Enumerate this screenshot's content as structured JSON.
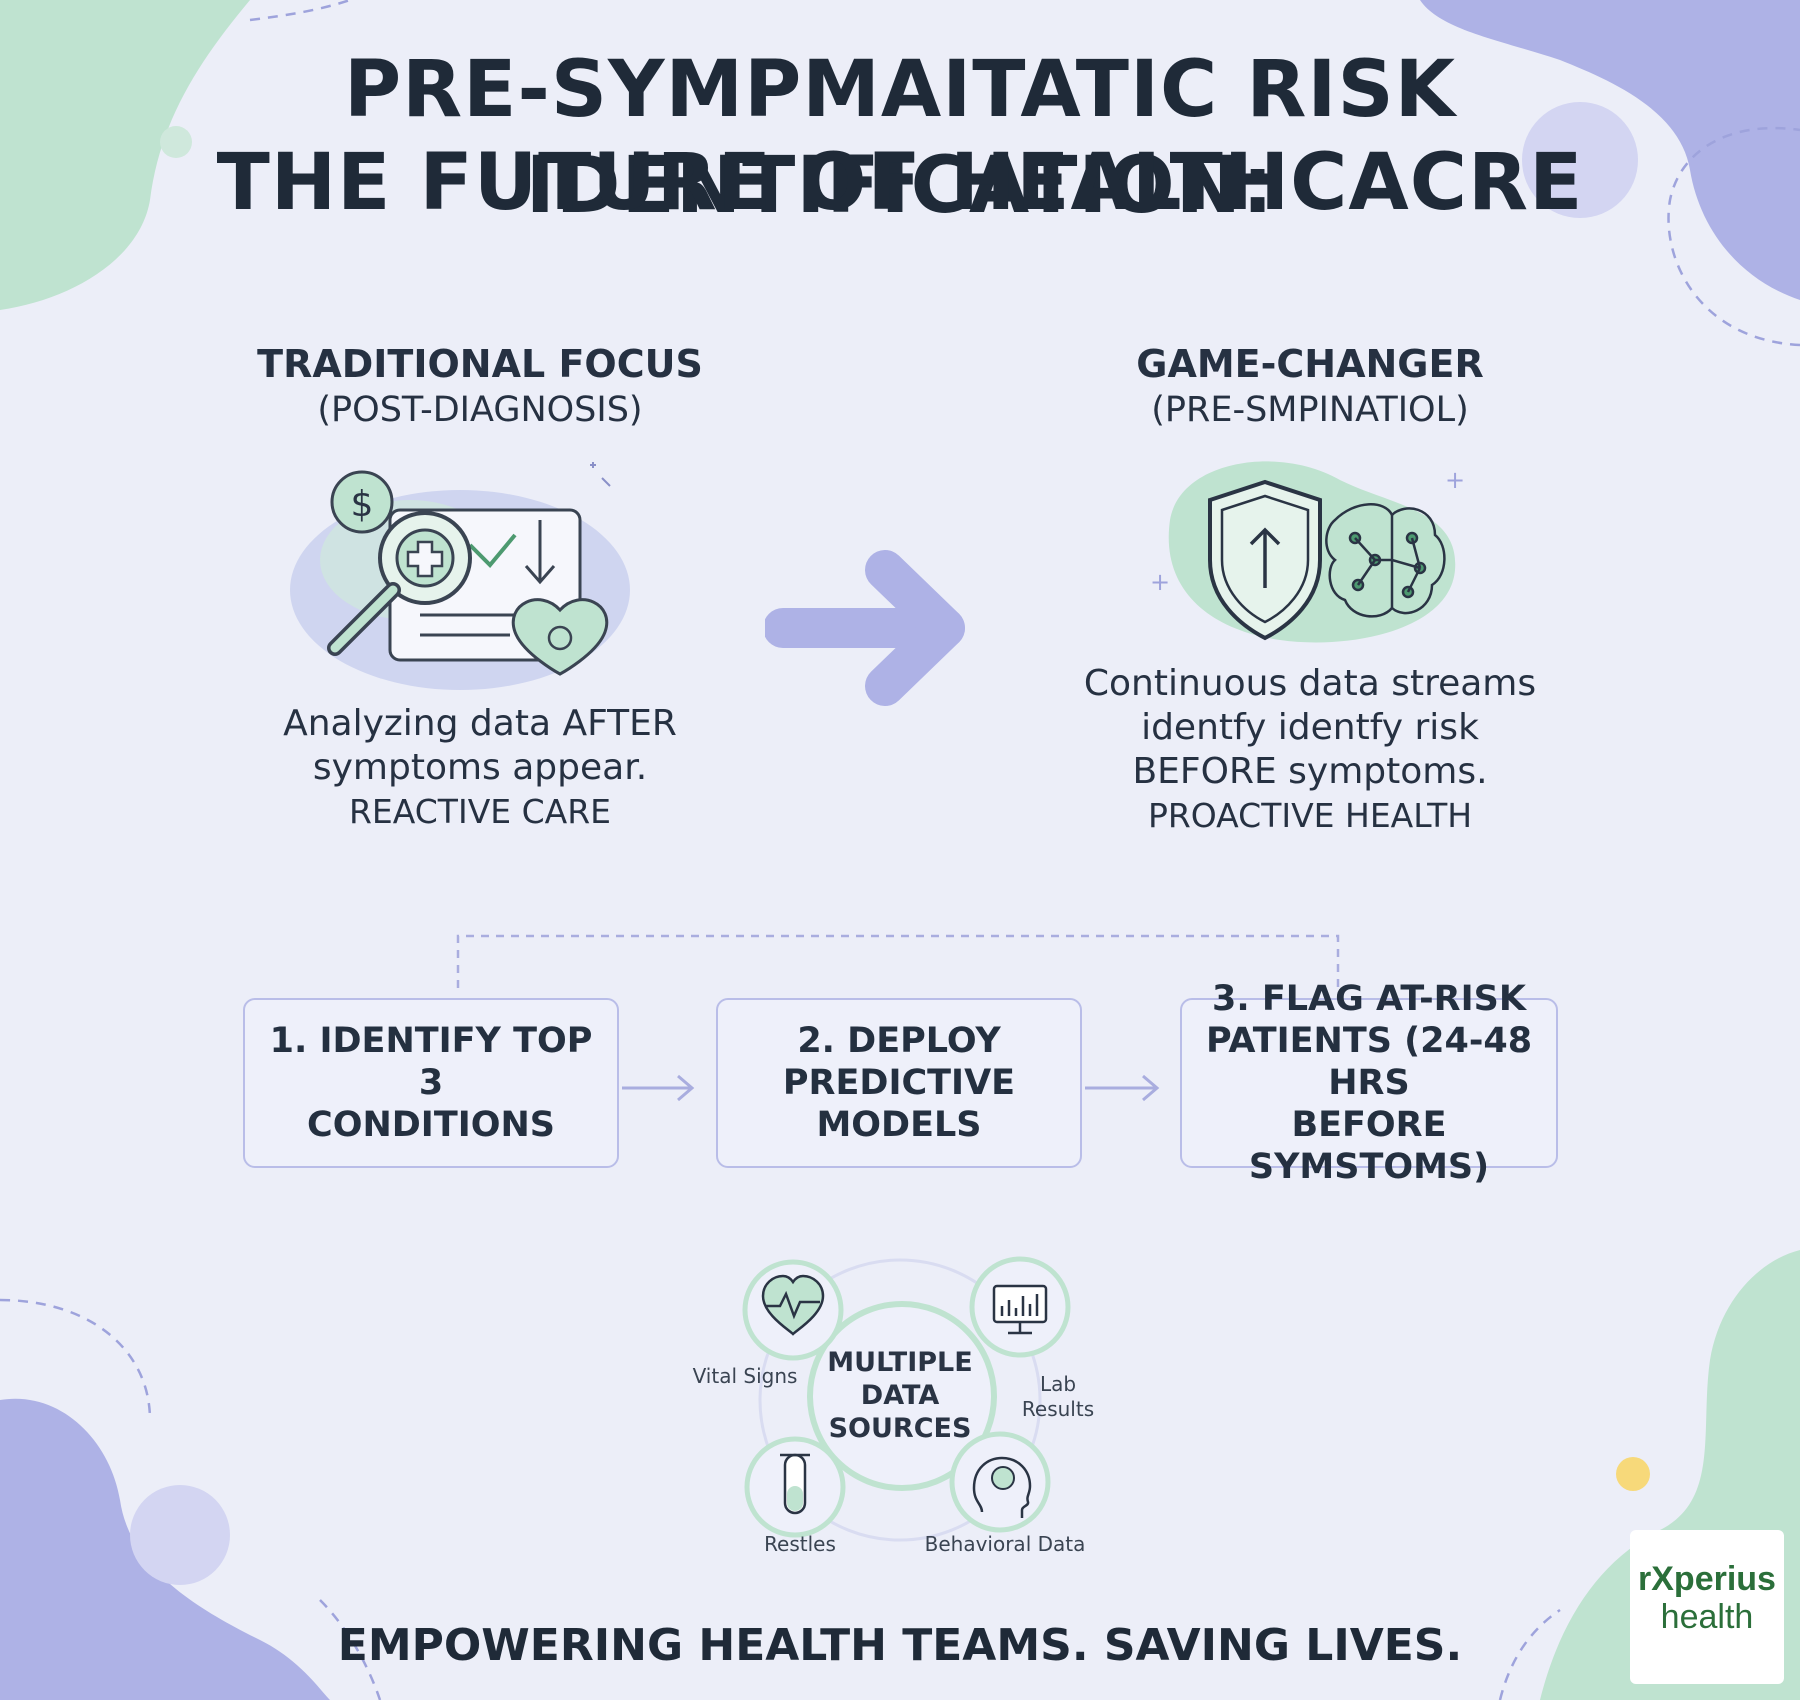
{
  "title": {
    "line1": "PRE-SYMPMAITATIC RISK IDENTIFICATION:",
    "line2": "THE FUTURE OF HEALTHCACRE"
  },
  "left_column": {
    "heading": "TRADITIONAL FOCUS",
    "subheading": "(POST-DIAGNOSIS)",
    "desc_line1": "Analyzing data AFTER",
    "desc_line2": "symptoms appear.",
    "desc_line3": "REACTIVE CARE"
  },
  "right_column": {
    "heading": "GAME-CHANGER",
    "subheading": "(PRE-SMPINATIOL)",
    "desc_line1": "Continuous data streams",
    "desc_line2": "identfy identfy risk",
    "desc_line3": "BEFORE symptoms.",
    "desc_line4": "PROACTIVE HEALTH"
  },
  "steps": [
    {
      "label": "1. IDENTIFY TOP 3\nCONDITIONS"
    },
    {
      "label": "2. DEPLOY\nPREDICTIVE\nMODELS"
    },
    {
      "label": "3. FLAG AT-RISK\nPATIENTS (24-48 HRS\nBEFORE SYMSTOMS)"
    }
  ],
  "data_sources": {
    "center": "MULTIPLE\nDATA\nSOURCES",
    "vital_signs": "Vital Signs",
    "lab_results_1": "Lab",
    "lab_results_2": "Results",
    "restles": "Restles",
    "behavioral": "Behavioral Data"
  },
  "footer": "EMPOWERING HEALTH TEAMS. SAVING LIVES.",
  "logo": {
    "line1": "rXperius",
    "line2": "health"
  },
  "colors": {
    "background": "#eceef8",
    "lavender": "#a9addf",
    "mint": "#bfe3d0",
    "green_stroke": "#4d9a70",
    "step_border": "#b9bde8",
    "accent_yellow": "#f7d97a"
  }
}
